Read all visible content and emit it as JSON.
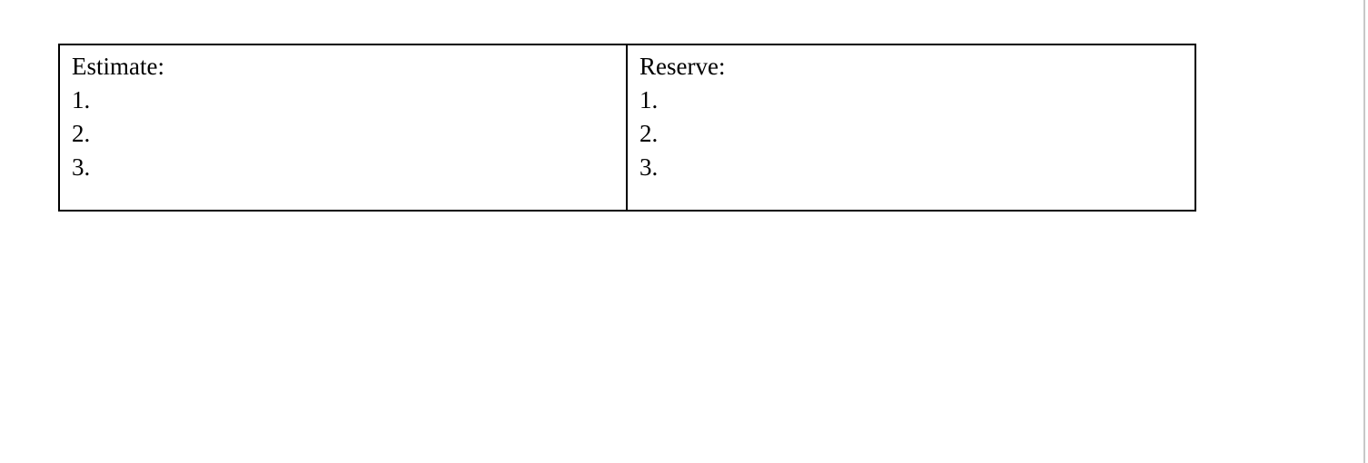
{
  "document": {
    "background_color": "#ffffff",
    "text_color": "#000000",
    "border_color": "#000000",
    "edge_rule_color": "#c8c8c8"
  },
  "table": {
    "columns": [
      {
        "heading": "Estimate:",
        "items": [
          "1.",
          "2.",
          "3."
        ]
      },
      {
        "heading": "Reserve:",
        "items": [
          "1.",
          "2.",
          "3."
        ]
      }
    ]
  }
}
